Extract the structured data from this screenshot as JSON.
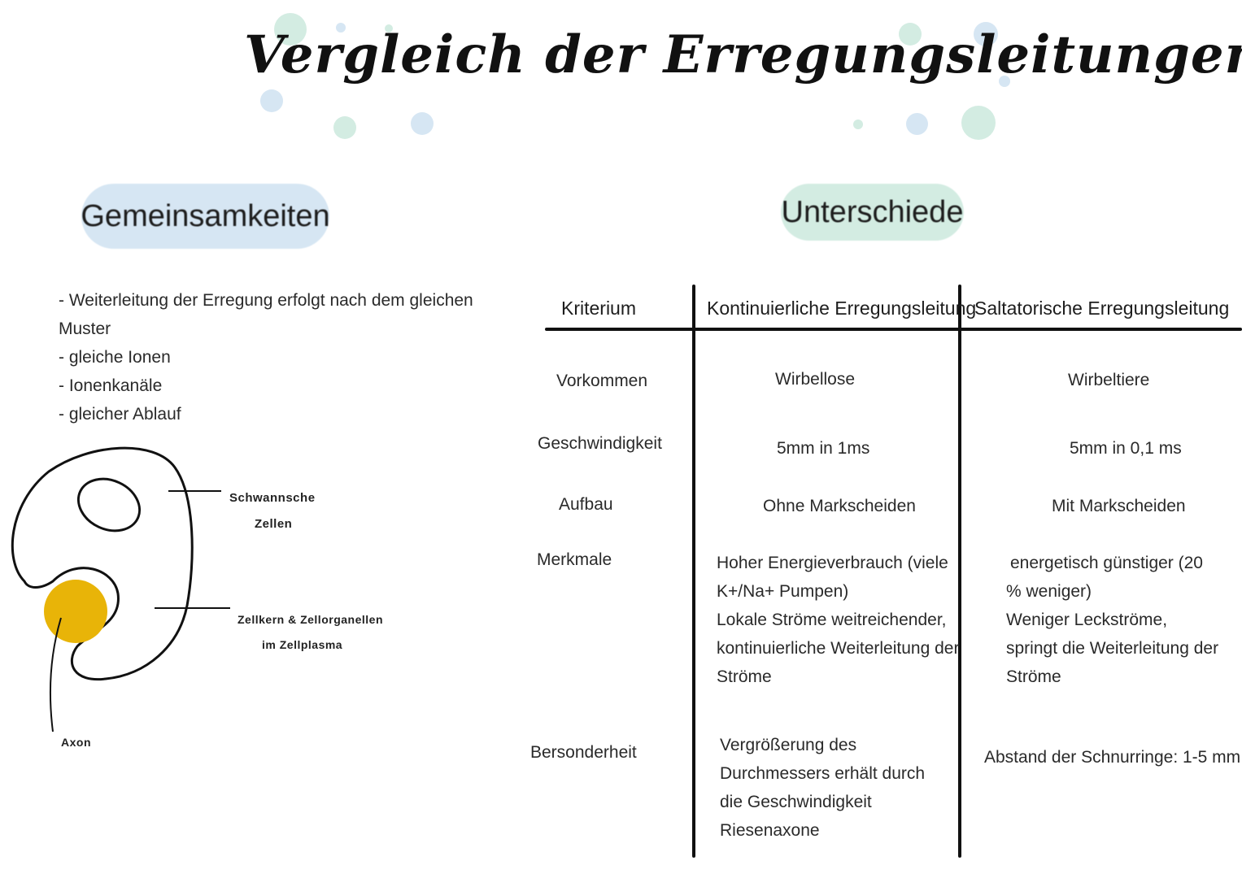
{
  "title": "Vergleich der Erregungsleitungen",
  "colors": {
    "accent_blue": "#d6e6f3",
    "accent_green": "#d3ece2",
    "nucleus_yellow": "#e8b408",
    "ink": "#111111"
  },
  "sections": {
    "common_heading": "Gemeinsamkeiten",
    "diff_heading": "Unterschiede"
  },
  "common_items": [
    "- Weiterleitung der Erregung erfolgt nach dem gleichen",
    "Muster",
    "- gleiche Ionen",
    "- Ionenkanäle",
    "- gleicher Ablauf"
  ],
  "diagram": {
    "label_schwann_1": "Schwannsche",
    "label_schwann_2": "Zellen",
    "label_organelles_1": "Zellkern & Zellorganellen",
    "label_organelles_2": "im Zellplasma",
    "label_axon": "Axon"
  },
  "table": {
    "headers": [
      "Kriterium",
      "Kontinuierliche Erregungsleitung",
      "Saltatorische Erregungsleitung"
    ],
    "rows": [
      {
        "criterion": "Vorkommen",
        "continuous": [
          "Wirbellose"
        ],
        "saltatory": [
          "Wirbeltiere"
        ]
      },
      {
        "criterion": "Geschwindigkeit",
        "continuous": [
          "5mm in 1ms"
        ],
        "saltatory": [
          "5mm in 0,1 ms"
        ]
      },
      {
        "criterion": "Aufbau",
        "continuous": [
          "Ohne Markscheiden"
        ],
        "saltatory": [
          "Mit Markscheiden"
        ]
      },
      {
        "criterion": "Merkmale",
        "continuous": [
          "Hoher Energieverbrauch (viele",
          "K+/Na+ Pumpen)",
          "Lokale Ströme weitreichender,",
          "kontinuierliche Weiterleitung der",
          "Ströme"
        ],
        "saltatory": [
          "energetisch günstiger (20",
          "% weniger)",
          "Weniger Leckströme,",
          "springt die Weiterleitung der",
          "Ströme"
        ]
      },
      {
        "criterion": "Bersonderheit",
        "continuous": [
          "Vergrößerung des",
          "Durchmessers erhält durch",
          "die Geschwindigkeit",
          "Riesenaxone"
        ],
        "saltatory": [
          "Abstand der Schnurringe: 1-5 mm"
        ]
      }
    ]
  }
}
